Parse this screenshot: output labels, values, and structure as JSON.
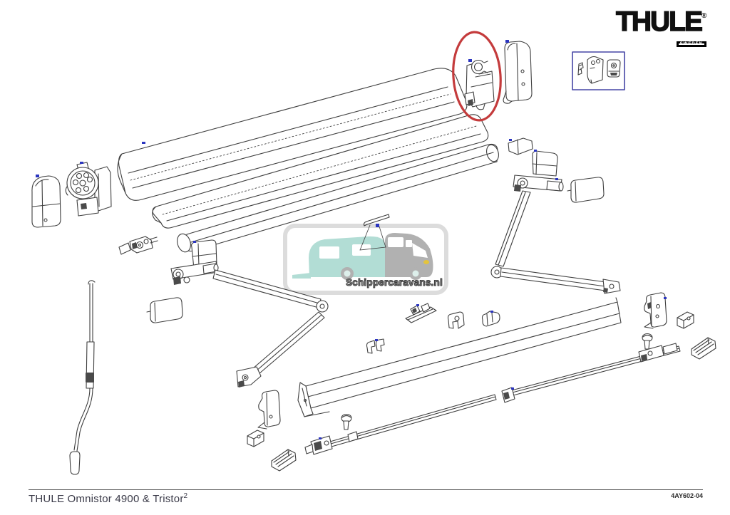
{
  "header": {
    "brand": "THULE",
    "brand_registered": "®",
    "brand_sub": "SWEDEN"
  },
  "footer": {
    "title": "THULE Omnistor 4900 & Tristor",
    "title_superscript": "2",
    "doc_number": "4AY602-04"
  },
  "watermark": {
    "text": "Schippercaravans.nl"
  },
  "colors": {
    "line": "#3f3f3f",
    "red_highlight": "#c43b3c",
    "box_border": "#4646a5",
    "marker_blue": "#2b35c0",
    "watermark_border": "#dcdcdc",
    "watermark_text": "#a2a2a2",
    "caravan_teal": "#b2ddd5",
    "vehicle_gray": "#b1b1b1",
    "headlight_yellow": "#e4c43c"
  },
  "diagram": {
    "type": "exploded-parts-diagram",
    "product": "awning",
    "highlighted_part": "mounting-bracket-assembly",
    "highlight_shape": "red-ellipse",
    "inset_box_shape": "blue-rectangle",
    "parts": [
      "case-lid-profile",
      "case-middle-profile",
      "fabric-roller",
      "roller-lock",
      "end-cap-left",
      "gear-drive",
      "crank-handle-rod",
      "left-arm-shoulder",
      "left-arm-upper-tube",
      "left-arm-elbow",
      "left-arm-lower-tube",
      "left-arm-end-fitting",
      "cover-plate-left",
      "connector-block",
      "right-arm-shoulder",
      "right-arm-upper-tube",
      "right-arm-elbow",
      "right-arm-lower-tube",
      "right-arm-end-fitting",
      "cover-plate-right",
      "highlighted-mounting-bracket",
      "end-cap-right",
      "spare-parts-inset-box",
      "lead-rail",
      "rail-clip-a",
      "rail-clip-b",
      "rail-clip-c",
      "rail-clip-d",
      "thumb-knob-1",
      "thumb-knob-2",
      "support-leg-1",
      "support-leg-2",
      "wall-bracket-1",
      "wall-bracket-2",
      "adapter-block-1",
      "adapter-block-2",
      "ridged-foot-1",
      "ridged-foot-2",
      "fabric-hanger"
    ]
  }
}
